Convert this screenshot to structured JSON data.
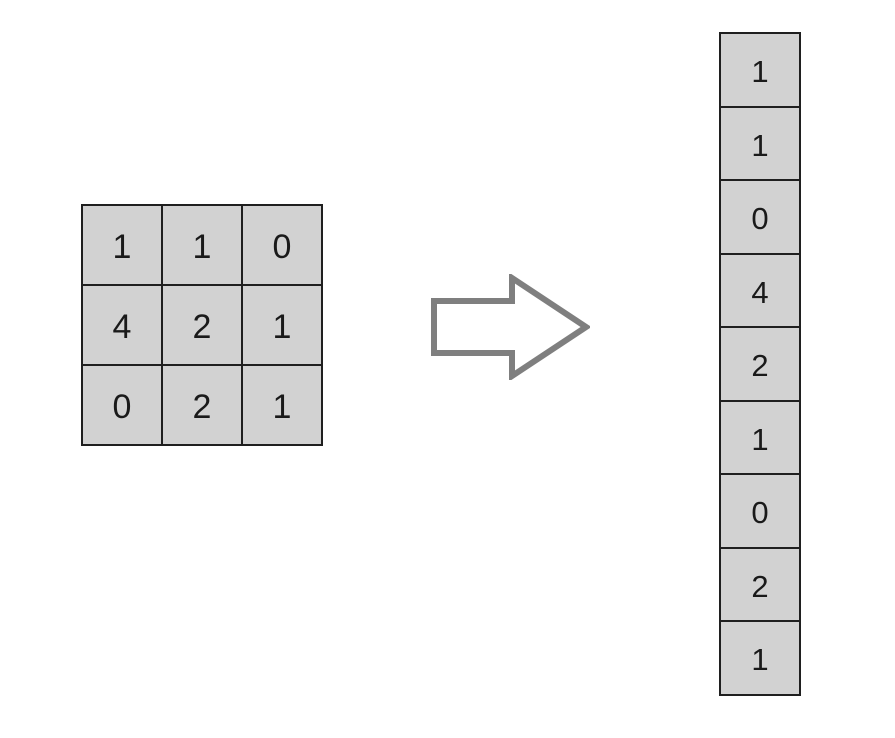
{
  "colors": {
    "background": "#ffffff",
    "cell_fill": "#d2d2d2",
    "cell_border": "#1f1f1f",
    "arrow_stroke": "#7f7f7f",
    "text_color": "#1a1a1a"
  },
  "matrix": {
    "rows": [
      [
        "1",
        "1",
        "0"
      ],
      [
        "4",
        "2",
        "1"
      ],
      [
        "0",
        "2",
        "1"
      ]
    ]
  },
  "vector": {
    "values": [
      "1",
      "1",
      "0",
      "4",
      "2",
      "1",
      "0",
      "2",
      "1"
    ]
  },
  "arrow": {
    "icon": "right-arrow"
  }
}
